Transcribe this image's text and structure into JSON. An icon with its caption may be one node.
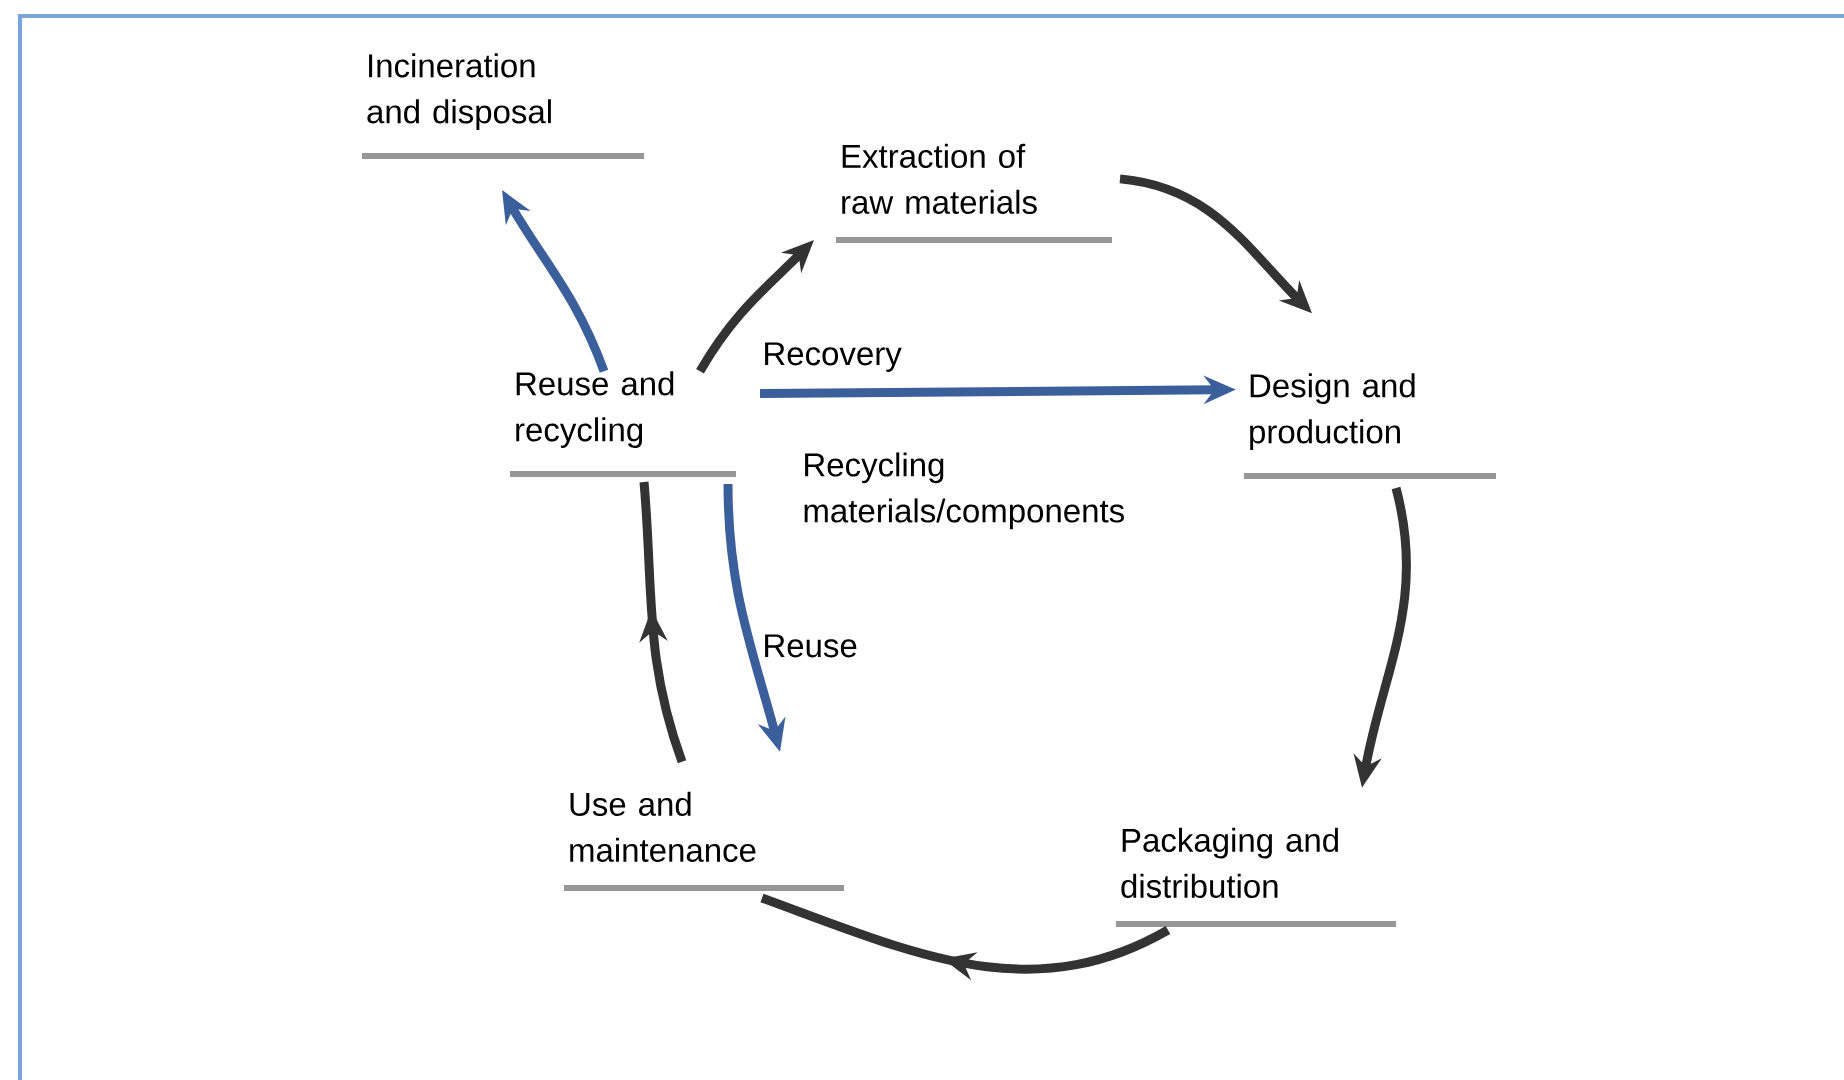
{
  "diagram": {
    "nodes": [
      {
        "text": [
          "Incineration and disposal"
        ]
      },
      {
        "text": [
          "Extraction of raw materials"
        ]
      },
      {
        "text": [
          "Design and production"
        ]
      },
      {
        "text": [
          "Packaging and distribution"
        ]
      },
      {
        "text": [
          "Use and maintenance"
        ]
      },
      {
        "text": [
          "Reuse and recycling"
        ]
      }
    ],
    "edges": [
      {
        "from": 1,
        "to": 2,
        "arrow": "to"
      },
      {
        "from": 2,
        "to": 3,
        "arrow": "to"
      },
      {
        "from": 3,
        "to": 4,
        "arrow": "to"
      },
      {
        "from": 4,
        "to": 5,
        "arrow": "to"
      },
      {
        "from": 5,
        "to": 1,
        "arrow": "to",
        "label": "Recovery"
      },
      {
        "from": 5,
        "to": 0,
        "arrow": "to",
        "color": "#3a5f9a"
      },
      {
        "from": 5,
        "to": 2,
        "arrow": "to",
        "label": "Recycling materials/components",
        "color": "#3a5f9a"
      },
      {
        "from": 5,
        "to": 4,
        "arrow": "to",
        "label": "Reuse",
        "color": "#3a5f9a"
      }
    ]
  }
}
